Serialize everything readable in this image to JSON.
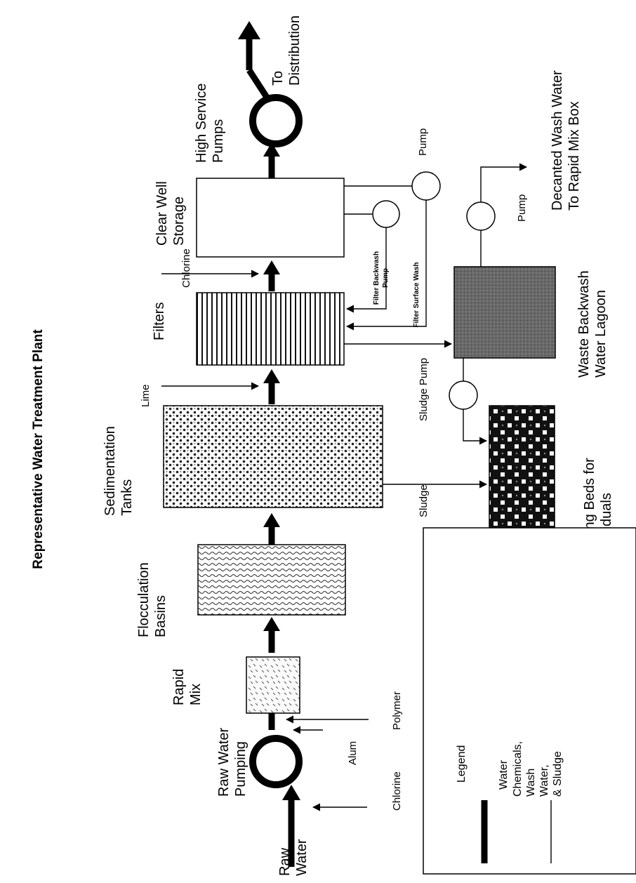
{
  "title": "Representative Water Treatment Plant",
  "stages": {
    "raw_water": [
      "Raw",
      "Water"
    ],
    "raw_water_pumping": [
      "Raw Water",
      "Pumping"
    ],
    "rapid_mix": [
      "Rapid",
      "Mix"
    ],
    "flocculation": [
      "Flocculation",
      "Basins"
    ],
    "sedimentation": [
      "Sedimentation",
      "Tanks"
    ],
    "filters": "Filters",
    "clear_well": [
      "Clear Well",
      "Storage"
    ],
    "high_service": [
      "High Service",
      "Pumps"
    ],
    "distribution": [
      "To",
      "Distribution"
    ],
    "drying_beds": [
      "Drying Beds for",
      "Residuals"
    ],
    "waste_lagoon": [
      "Waste Backwash",
      "Water Lagoon"
    ],
    "decanted": [
      "Decanted Wash Water",
      "To Rapid Mix Box"
    ]
  },
  "chemicals": {
    "chlorine_1": "Chlorine",
    "alum": "Alum",
    "polymer": "Polymer",
    "lime": "Lime",
    "chlorine_2": "Chlorine"
  },
  "flows": {
    "sludge": "Sludge",
    "sludge_pump": "Sludge Pump",
    "pump_top": "Pump",
    "pump_lagoon": "Pump",
    "filter_backwash_pump": [
      "Filter Backwash",
      "Pump"
    ],
    "filter_surface_wash": "Filter Surface Wash"
  },
  "legend": {
    "heading": "Legend",
    "water": "Water",
    "other": [
      "Chemicals,",
      "Wash",
      "Water,",
      "& Sludge"
    ]
  }
}
